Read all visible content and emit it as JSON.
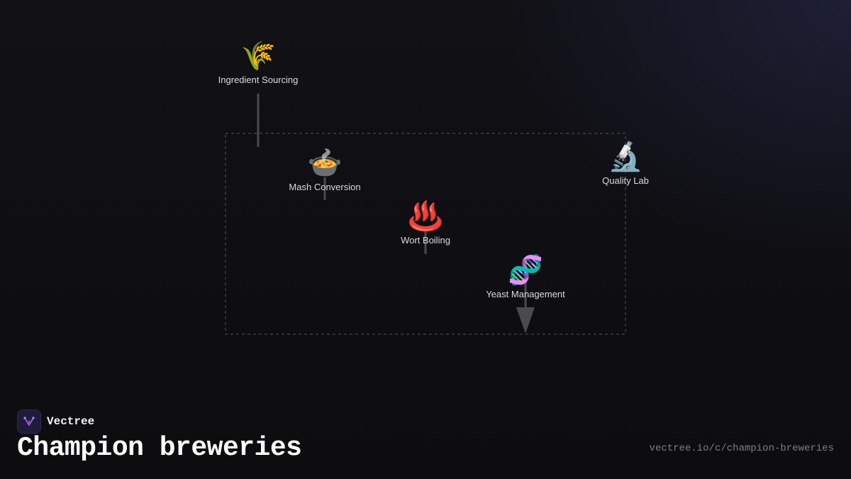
{
  "diagram": {
    "nodes": [
      {
        "id": "ingredient",
        "icon": "🌾",
        "icon_name": "wheat-icon",
        "label": "Ingredient Sourcing"
      },
      {
        "id": "mash",
        "icon": "🍲",
        "icon_name": "pot-of-food-icon",
        "label": "Mash Conversion"
      },
      {
        "id": "wort",
        "icon": "♨️",
        "icon_name": "hot-springs-icon",
        "label": "Wort Boiling"
      },
      {
        "id": "yeast",
        "icon": "🧬",
        "icon_name": "dna-icon",
        "label": "Yeast Management"
      },
      {
        "id": "quality",
        "icon": "🔬",
        "icon_name": "microscope-icon",
        "label": "Quality Lab"
      }
    ],
    "colors": {
      "connector": "#4a4a4f",
      "group_border": "#3c3c42"
    }
  },
  "brand": {
    "name": "Vectree",
    "logo_icon": "vectree-logo-icon",
    "logo_color": "#9b5de5"
  },
  "footer": {
    "title": "Champion breweries",
    "url": "vectree.io/c/champion-breweries"
  }
}
